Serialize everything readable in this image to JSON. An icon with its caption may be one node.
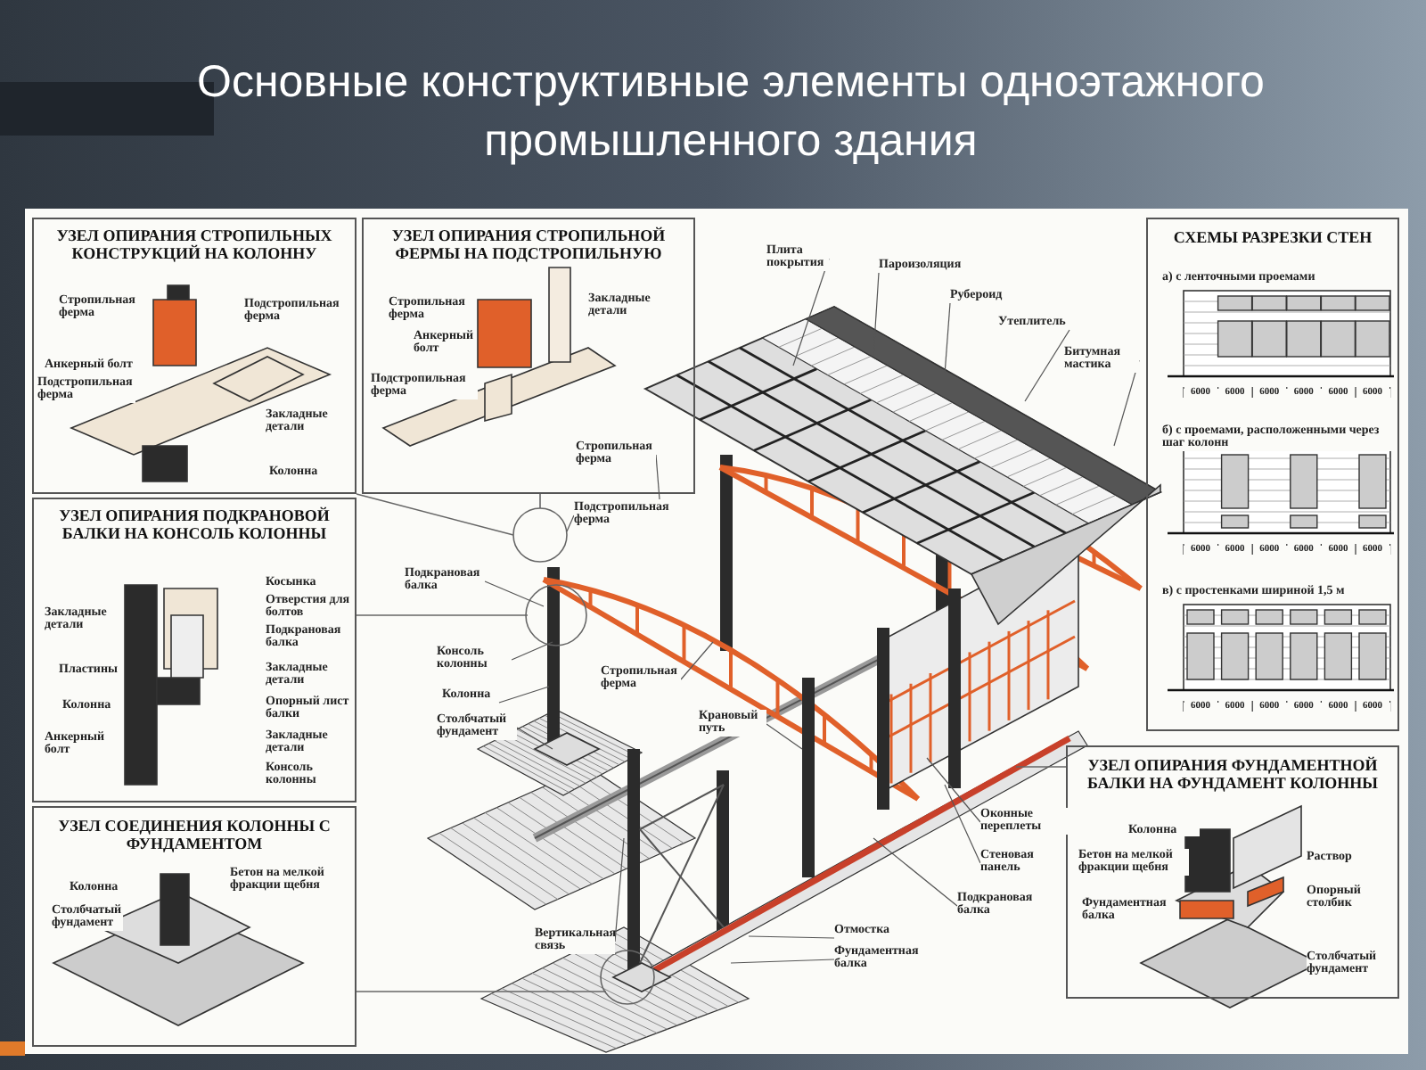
{
  "diagram": {
    "title": "Основные конструктивные элементы одноэтажного промышленного здания",
    "nodes": [
      {
        "text": [
          "УЗЕЛ ОПИРАНИЯ СТРОПИЛЬНЫХ КОНСТРУКЦИЙ НА КОЛОННУ",
          "Стропильная ферма",
          "Подстропильная ферма",
          "Анкерный болт",
          "Подстропильная ферма",
          "Закладные детали",
          "Колонна"
        ]
      },
      {
        "text": [
          "УЗЕЛ ОПИРАНИЯ СТРОПИЛЬНОЙ ФЕРМЫ НА ПОДСТРОПИЛЬНУЮ",
          "Стропильная ферма",
          "Закладные детали",
          "Анкерный болт",
          "Подстропильная ферма"
        ]
      },
      {
        "text": [
          "УЗЕЛ ОПИРАНИЯ ПОДКРАНОВОЙ БАЛКИ НА КОНСОЛЬ КОЛОННЫ",
          "Косынка",
          "Отверстия для болтов",
          "Закладные детали",
          "Подкрановая балка",
          "Пластины",
          "Закладные детали",
          "Колонна",
          "Опорный лист балки",
          "Анкерный болт",
          "Закладные детали",
          "Консоль колонны"
        ]
      },
      {
        "text": [
          "УЗЕЛ СОЕДИНЕНИЯ КОЛОННЫ С ФУНДАМЕНТОМ",
          "Бетон на мелкой фракции щебня",
          "Колонна",
          "Столбчатый фундамент"
        ]
      },
      {
        "text": [
          "СХЕМЫ РАЗРЕЗКИ СТЕН",
          "а) с ленточными проемами",
          "6000",
          "6000",
          "6000",
          "6000",
          "6000",
          "6000",
          "б) с проемами, расположенными через шаг колонн",
          "6000",
          "6000",
          "6000",
          "6000",
          "6000",
          "6000",
          "в) с простенками шириной 1,5 м",
          "6000",
          "6000",
          "6000",
          "6000",
          "6000",
          "6000"
        ]
      },
      {
        "text": [
          "УЗЕЛ ОПИРАНИЯ ФУНДАМЕНТНОЙ БАЛКИ НА ФУНДАМЕНТ КОЛОННЫ",
          "Колонна",
          "Бетон на мелкой фракции щебня",
          "Раствор",
          "Опорный столбик",
          "Фундаментная балка",
          "Столбчатый фундамент"
        ]
      }
    ],
    "edges": [
      {
        "from": 0,
        "to": null,
        "arrow": "none"
      },
      {
        "from": 1,
        "to": null,
        "arrow": "none"
      },
      {
        "from": 2,
        "to": null,
        "arrow": "none"
      },
      {
        "from": 3,
        "to": null,
        "arrow": "none"
      },
      {
        "from": 5,
        "to": null,
        "arrow": "none"
      }
    ],
    "labels": [
      "Плита покрытия",
      "Пароизоляция",
      "Рубероид",
      "Утеплитель",
      "Битумная мастика",
      "Стропильная ферма",
      "Подстропильная ферма",
      "Подкрановая балка",
      "Консоль колонны",
      "Колонна",
      "Столбчатый фундамент",
      "Стропильная ферма",
      "Крановый путь",
      "Оконные переплеты",
      "Стеновая панель",
      "Подкрановая балка",
      "Вертикальная связь",
      "Отмостка",
      "Фундаментная балка"
    ]
  }
}
